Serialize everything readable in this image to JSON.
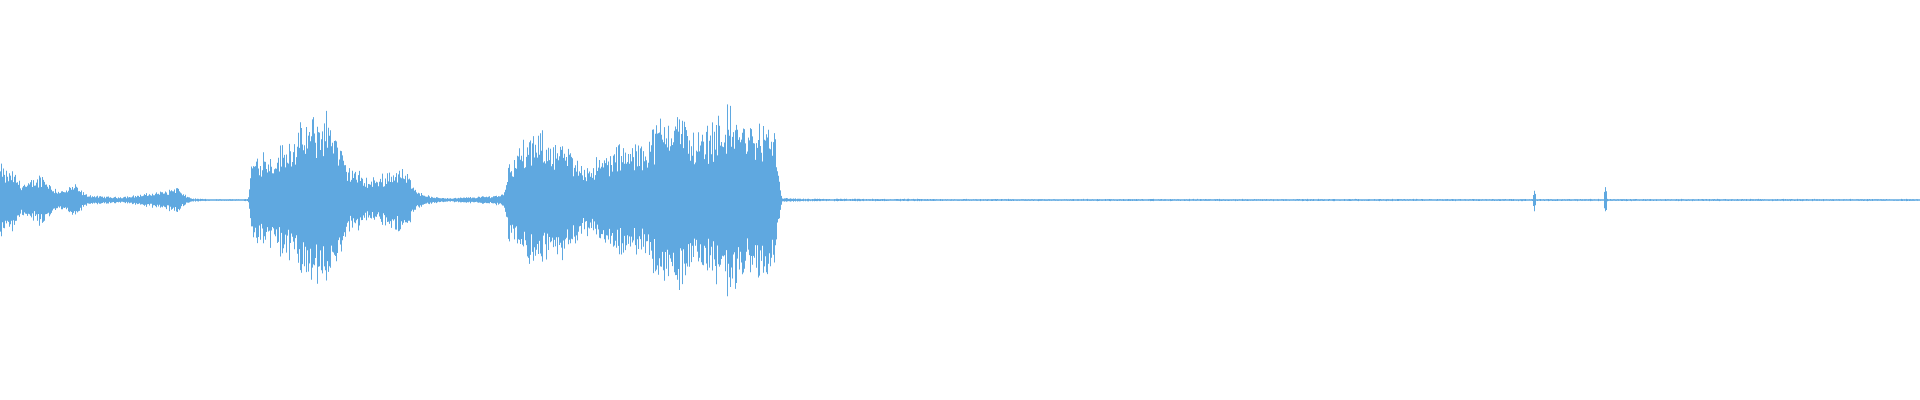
{
  "waveform": {
    "color": "#5fa8e0",
    "background": "#ffffff",
    "amplitude_envelope": [
      [
        0.0,
        0.18
      ],
      [
        0.003,
        0.14
      ],
      [
        0.006,
        0.15
      ],
      [
        0.01,
        0.1
      ],
      [
        0.014,
        0.08
      ],
      [
        0.018,
        0.11
      ],
      [
        0.022,
        0.13
      ],
      [
        0.026,
        0.08
      ],
      [
        0.03,
        0.05
      ],
      [
        0.034,
        0.05
      ],
      [
        0.038,
        0.08
      ],
      [
        0.041,
        0.06
      ],
      [
        0.044,
        0.03
      ],
      [
        0.05,
        0.02
      ],
      [
        0.06,
        0.015
      ],
      [
        0.068,
        0.02
      ],
      [
        0.075,
        0.03
      ],
      [
        0.082,
        0.04
      ],
      [
        0.088,
        0.05
      ],
      [
        0.092,
        0.07
      ],
      [
        0.095,
        0.03
      ],
      [
        0.1,
        0.008
      ],
      [
        0.11,
        0.004
      ],
      [
        0.125,
        0.004
      ],
      [
        0.129,
        0.006
      ],
      [
        0.131,
        0.2
      ],
      [
        0.136,
        0.25
      ],
      [
        0.142,
        0.22
      ],
      [
        0.148,
        0.28
      ],
      [
        0.153,
        0.32
      ],
      [
        0.158,
        0.36
      ],
      [
        0.163,
        0.4
      ],
      [
        0.168,
        0.42
      ],
      [
        0.172,
        0.42
      ],
      [
        0.176,
        0.3
      ],
      [
        0.18,
        0.18
      ],
      [
        0.186,
        0.14
      ],
      [
        0.192,
        0.1
      ],
      [
        0.198,
        0.12
      ],
      [
        0.203,
        0.15
      ],
      [
        0.208,
        0.16
      ],
      [
        0.213,
        0.12
      ],
      [
        0.218,
        0.04
      ],
      [
        0.225,
        0.015
      ],
      [
        0.235,
        0.01
      ],
      [
        0.245,
        0.015
      ],
      [
        0.255,
        0.02
      ],
      [
        0.262,
        0.03
      ],
      [
        0.265,
        0.2
      ],
      [
        0.272,
        0.28
      ],
      [
        0.28,
        0.32
      ],
      [
        0.288,
        0.3
      ],
      [
        0.295,
        0.26
      ],
      [
        0.3,
        0.2
      ],
      [
        0.305,
        0.18
      ],
      [
        0.312,
        0.2
      ],
      [
        0.318,
        0.24
      ],
      [
        0.324,
        0.27
      ],
      [
        0.33,
        0.26
      ],
      [
        0.336,
        0.3
      ],
      [
        0.342,
        0.38
      ],
      [
        0.348,
        0.44
      ],
      [
        0.352,
        0.46
      ],
      [
        0.356,
        0.4
      ],
      [
        0.362,
        0.32
      ],
      [
        0.368,
        0.36
      ],
      [
        0.374,
        0.42
      ],
      [
        0.38,
        0.44
      ],
      [
        0.386,
        0.4
      ],
      [
        0.392,
        0.36
      ],
      [
        0.398,
        0.38
      ],
      [
        0.403,
        0.34
      ],
      [
        0.405,
        0.2
      ],
      [
        0.407,
        0.01
      ],
      [
        0.42,
        0.006
      ],
      [
        0.5,
        0.005
      ],
      [
        0.6,
        0.005
      ],
      [
        0.7,
        0.005
      ],
      [
        0.78,
        0.005
      ],
      [
        0.798,
        0.005
      ],
      [
        0.799,
        0.06
      ],
      [
        0.8,
        0.005
      ],
      [
        0.82,
        0.005
      ],
      [
        0.835,
        0.005
      ],
      [
        0.836,
        0.1
      ],
      [
        0.837,
        0.005
      ],
      [
        0.86,
        0.005
      ],
      [
        0.9,
        0.005
      ],
      [
        0.95,
        0.005
      ],
      [
        1.0,
        0.005
      ]
    ]
  }
}
